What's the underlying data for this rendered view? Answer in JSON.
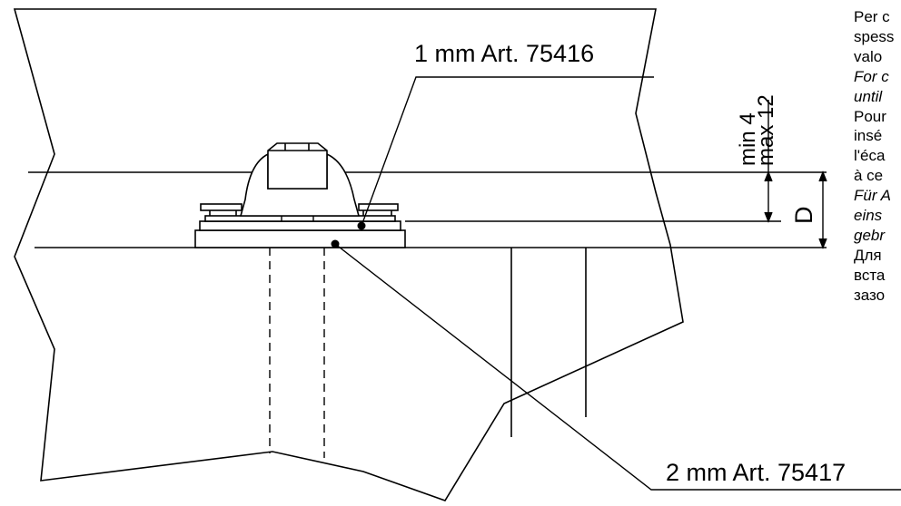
{
  "callouts": {
    "shim_1mm": "1 mm Art. 75416",
    "shim_2mm": "2 mm Art. 75417"
  },
  "dimensions": {
    "min": "min 4",
    "max": "max 12",
    "d": "D"
  },
  "notes": [
    {
      "text": "Per c",
      "style": "normal"
    },
    {
      "text": "spess",
      "style": "normal"
    },
    {
      "text": "valo",
      "style": "normal"
    },
    {
      "text": "For c",
      "style": "italic"
    },
    {
      "text": "until",
      "style": "italic"
    },
    {
      "text": "Pour",
      "style": "normal"
    },
    {
      "text": "insé",
      "style": "normal"
    },
    {
      "text": "l'éca",
      "style": "normal"
    },
    {
      "text": "à ce",
      "style": "normal"
    },
    {
      "text": "Für A",
      "style": "italic"
    },
    {
      "text": "eins",
      "style": "italic"
    },
    {
      "text": "gebr",
      "style": "italic"
    },
    {
      "text": "Для",
      "style": "normal"
    },
    {
      "text": "вста",
      "style": "normal"
    },
    {
      "text": "зазо",
      "style": "normal"
    }
  ],
  "colors": {
    "stroke": "#000000",
    "background": "#ffffff"
  }
}
